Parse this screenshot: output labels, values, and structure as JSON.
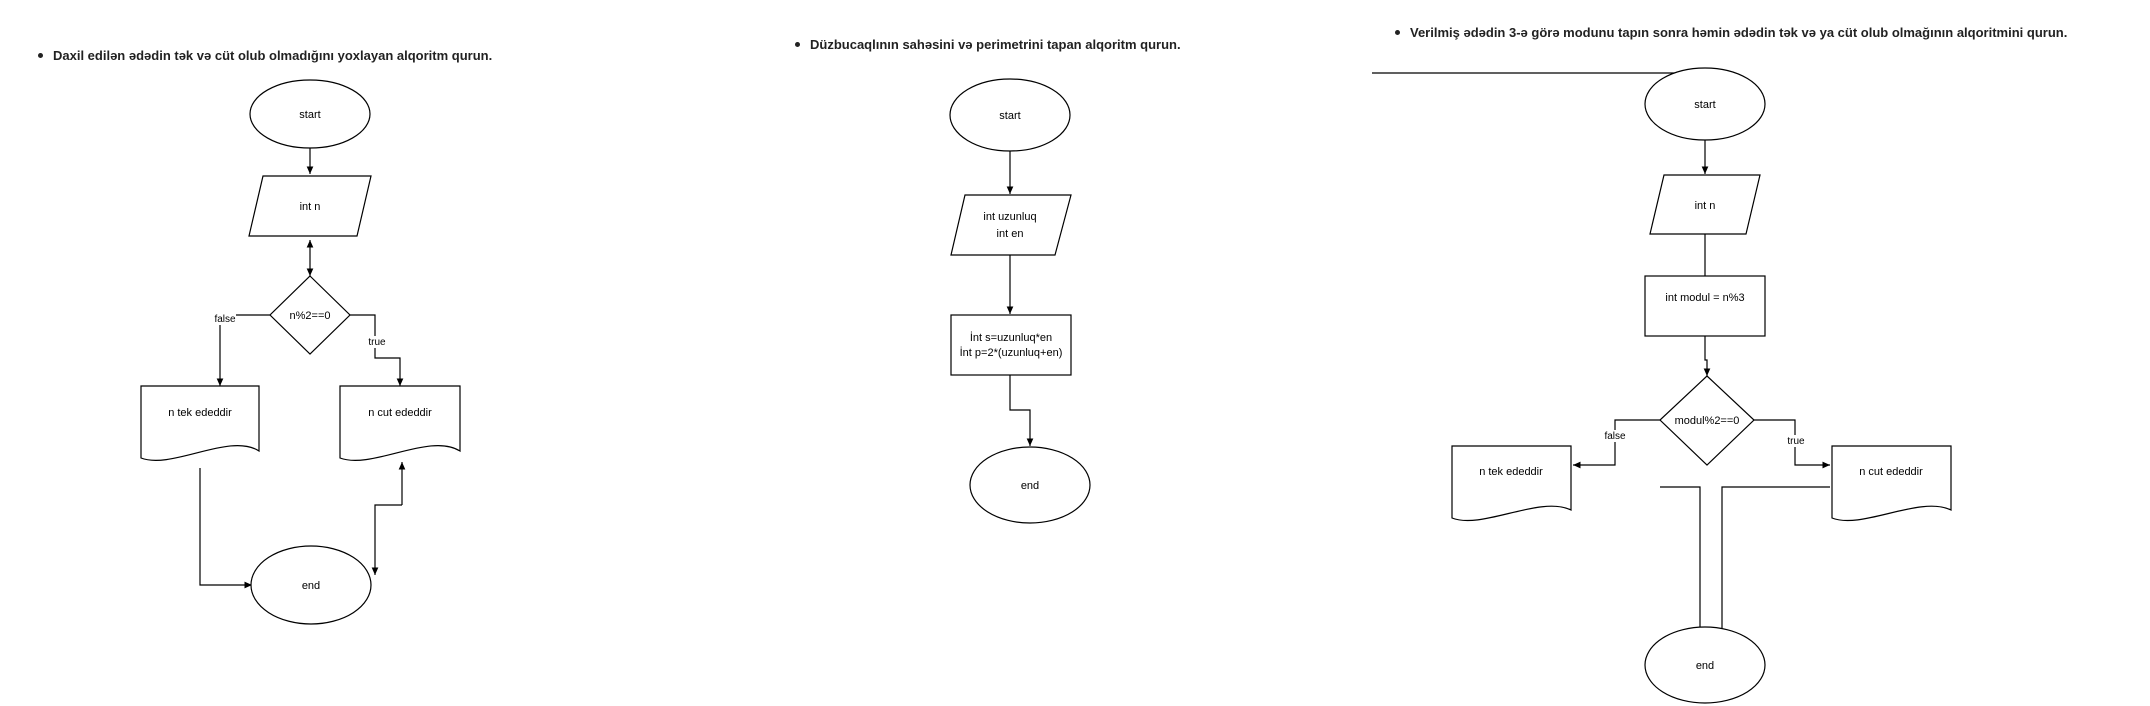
{
  "tasks": [
    "Daxil edilən ədədin tək və cüt olub olmadığını yoxlayan alqoritm qurun.",
    "Düzbucaqlının sahəsini və perimetrini tapan alqoritm qurun.",
    "Verilmiş ədədin 3-ə görə modunu tapın sonra həmin ədədin tək və ya cüt olub olmağının alqoritmini qurun."
  ],
  "diagram1": {
    "start": "start",
    "input": "int n",
    "decision": "n%2==0",
    "false_label": "false",
    "true_label": "true",
    "odd": "n tek ededdir",
    "even": "n cut ededdir",
    "end": "end"
  },
  "diagram2": {
    "start": "start",
    "input_line1": "int uzunluq",
    "input_line2": "int en",
    "process_line1": "İnt s=uzunluq*en",
    "process_line2": "İnt p=2*(uzunluq+en)",
    "end": "end"
  },
  "diagram3": {
    "start": "start",
    "input": "int n",
    "process": "int modul = n%3",
    "decision": "modul%2==0",
    "false_label": "false",
    "true_label": "true",
    "odd": "n tek ededdir",
    "even": "n cut ededdir",
    "end": "end"
  }
}
